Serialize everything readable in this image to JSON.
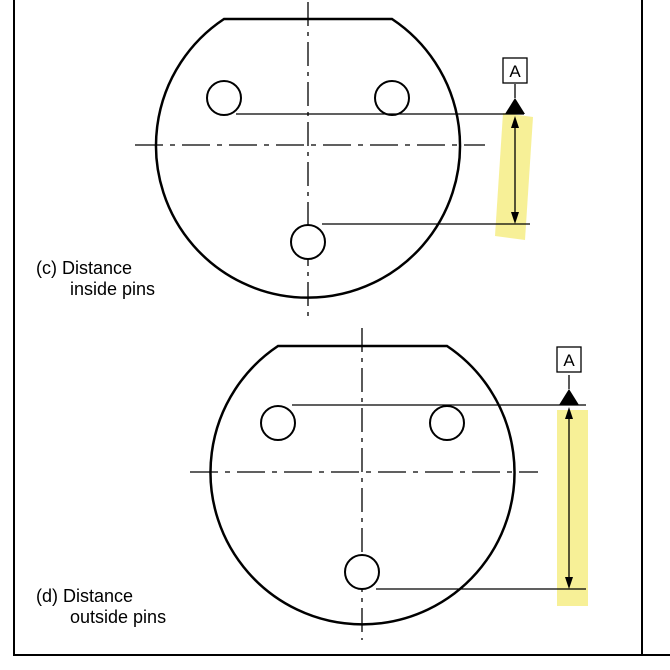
{
  "figures": [
    {
      "id": "c",
      "label": "(c)",
      "caption_line1": "Distance",
      "caption_line2": "inside  pins",
      "datum_letter": "A"
    },
    {
      "id": "d",
      "label": "(d)",
      "caption_line1": "Distance",
      "caption_line2": "outside  pins",
      "datum_letter": "A"
    }
  ],
  "colors": {
    "line": "#000000",
    "highlight": "#f6ee8c",
    "background": "#ffffff"
  }
}
